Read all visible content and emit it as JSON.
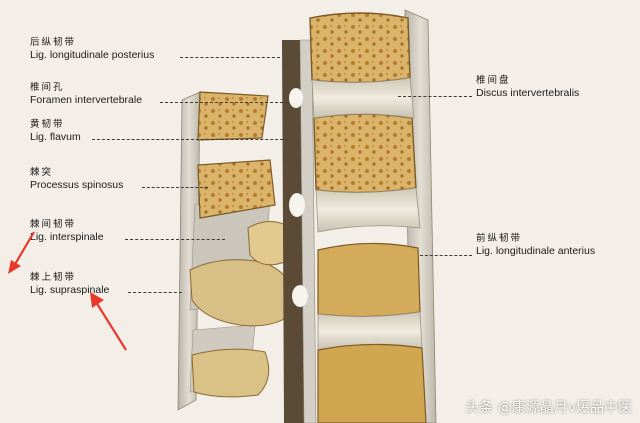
{
  "labels_left": [
    {
      "id": "posterior-longitudinal-ligament",
      "cn": "后纵韧带",
      "latin": "Lig. longitudinale posterius"
    },
    {
      "id": "intervertebral-foramen",
      "cn": "椎间孔",
      "latin": "Foramen intervertebrale"
    },
    {
      "id": "ligamentum-flavum",
      "cn": "黄韧带",
      "latin": "Lig. flavum"
    },
    {
      "id": "spinous-process",
      "cn": "棘突",
      "latin": "Processus spinosus"
    },
    {
      "id": "interspinous-ligament",
      "cn": "棘间韧带",
      "latin": "Lig. interspinale"
    },
    {
      "id": "supraspinous-ligament",
      "cn": "棘上韧带",
      "latin": "Lig. supraspinale"
    }
  ],
  "labels_right": [
    {
      "id": "intervertebral-disc",
      "cn": "椎间盘",
      "latin": "Discus intervertebralis"
    },
    {
      "id": "anterior-longitudinal-ligament",
      "cn": "前纵韧带",
      "latin": "Lig. longitudinale anterius"
    }
  ],
  "watermark": "头条 @康源晶月v爆品中医",
  "colors": {
    "arrow": "#e8392b",
    "bone": "#d9b46a",
    "marrow": "#b87a2c",
    "disc": "#e7e1d2",
    "ligament": "#c9c3b8",
    "background": "#f3efe8"
  }
}
